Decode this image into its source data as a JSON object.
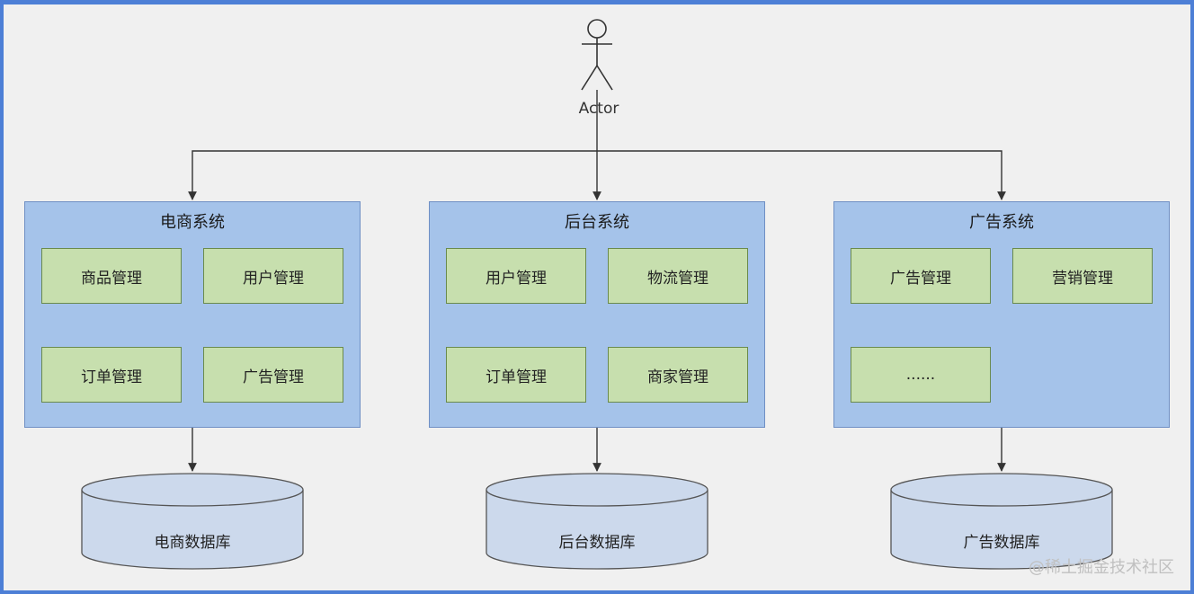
{
  "actor": {
    "label": "Actor"
  },
  "systems": [
    {
      "title": "电商系统",
      "modules": [
        "商品管理",
        "用户管理",
        "订单管理",
        "广告管理"
      ],
      "database": "电商数据库"
    },
    {
      "title": "后台系统",
      "modules": [
        "用户管理",
        "物流管理",
        "订单管理",
        "商家管理"
      ],
      "database": "后台数据库"
    },
    {
      "title": "广告系统",
      "modules": [
        "广告管理",
        "营销管理",
        "......"
      ],
      "database": "广告数据库"
    }
  ],
  "watermark": "@稀土掘金技术社区",
  "colors": {
    "system_fill": "#a5c3ea",
    "module_fill": "#c7dfae",
    "database_fill": "#ccd9ec",
    "connector": "#333333"
  }
}
